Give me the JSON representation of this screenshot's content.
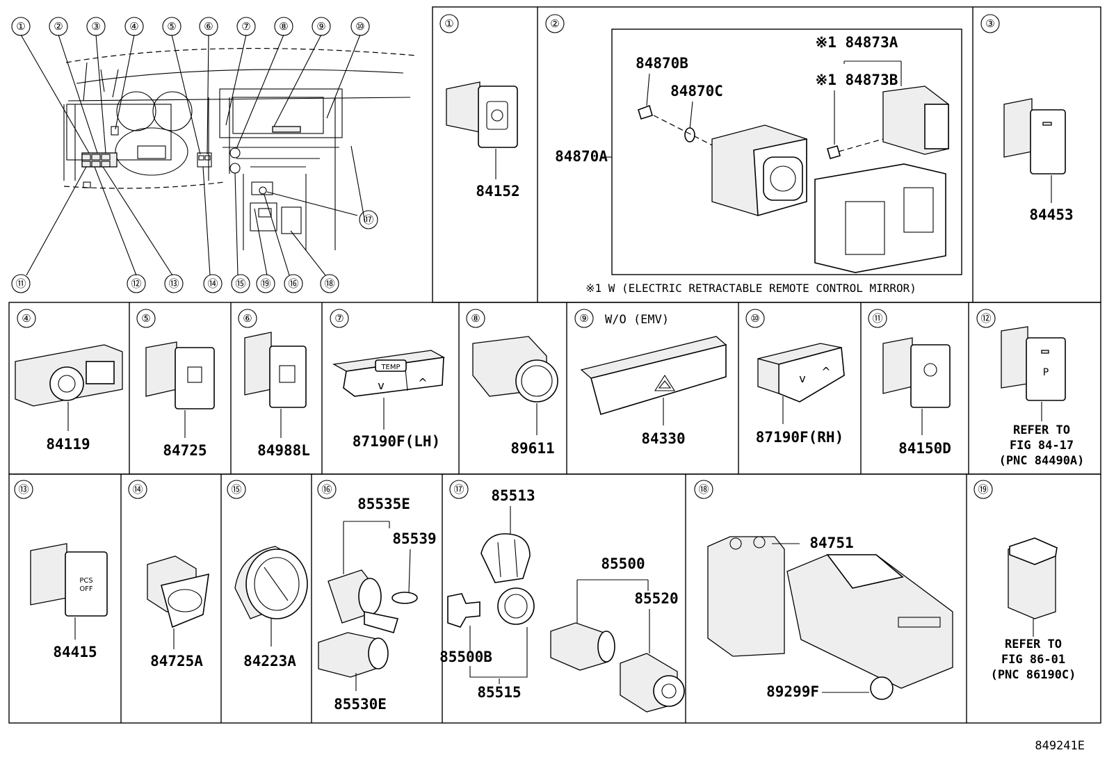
{
  "diagram_id": "849241E",
  "overview_callouts": [
    "①",
    "②",
    "③",
    "④",
    "⑤",
    "⑥",
    "⑦",
    "⑧",
    "⑨",
    "⑩",
    "⑪",
    "⑫",
    "⑬",
    "⑭",
    "⑮",
    "⑯",
    "⑰",
    "⑱",
    "⑲"
  ],
  "panels": {
    "p1": {
      "num": "①",
      "parts": [
        "84152"
      ]
    },
    "p2": {
      "num": "②",
      "parts": [
        "84870A",
        "84870B",
        "84870C",
        "※1 84873A",
        "※1 84873B"
      ],
      "footnote": "※1 W (ELECTRIC RETRACTABLE REMOTE CONTROL MIRROR)"
    },
    "p3": {
      "num": "③",
      "parts": [
        "84453"
      ]
    },
    "p4": {
      "num": "④",
      "parts": [
        "84119"
      ]
    },
    "p5": {
      "num": "⑤",
      "parts": [
        "84725"
      ]
    },
    "p6": {
      "num": "⑥",
      "parts": [
        "84988L"
      ]
    },
    "p7": {
      "num": "⑦",
      "parts": [
        "87190F(LH)"
      ],
      "button_text": "TEMP"
    },
    "p8": {
      "num": "⑧",
      "parts": [
        "89611"
      ]
    },
    "p9": {
      "num": "⑨",
      "condition": "W/O (EMV)",
      "parts": [
        "84330"
      ]
    },
    "p10": {
      "num": "⑩",
      "parts": [
        "87190F(RH)"
      ]
    },
    "p11": {
      "num": "⑪",
      "parts": [
        "84150D"
      ]
    },
    "p12": {
      "num": "⑫",
      "refer": [
        "REFER TO",
        "FIG 84-17",
        "(PNC 84490A)"
      ]
    },
    "p13": {
      "num": "⑬",
      "parts": [
        "84415"
      ],
      "button_text": [
        "PCS",
        "OFF"
      ]
    },
    "p14": {
      "num": "⑭",
      "parts": [
        "84725A"
      ]
    },
    "p15": {
      "num": "⑮",
      "parts": [
        "84223A"
      ]
    },
    "p16": {
      "num": "⑯",
      "parts": [
        "85535E",
        "85539",
        "85530E"
      ]
    },
    "p17": {
      "num": "⑰",
      "parts": [
        "85513",
        "85500",
        "85520",
        "85500B",
        "85515"
      ]
    },
    "p18": {
      "num": "⑱",
      "parts": [
        "84751",
        "89299F"
      ]
    },
    "p19": {
      "num": "⑲",
      "refer": [
        "REFER TO",
        "FIG 86-01",
        "(PNC 86190C)"
      ]
    }
  }
}
